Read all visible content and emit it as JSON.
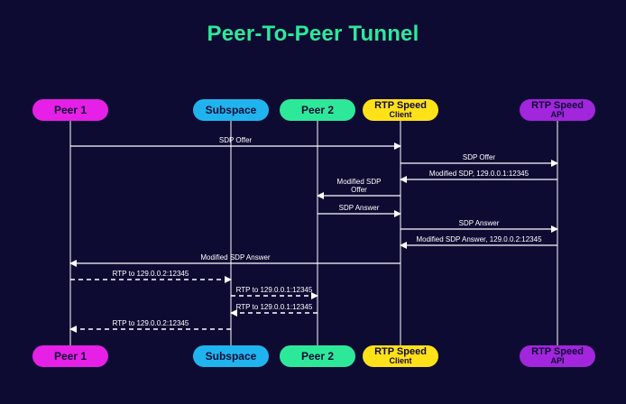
{
  "title": "Peer-To-Peer Tunnel",
  "participants": [
    {
      "id": "peer1",
      "lines": [
        "Peer 1"
      ],
      "color": "#e620e6"
    },
    {
      "id": "subspace",
      "lines": [
        "Subspace"
      ],
      "color": "#20b4ee"
    },
    {
      "id": "peer2",
      "lines": [
        "Peer 2"
      ],
      "color": "#2ee89a"
    },
    {
      "id": "client",
      "lines": [
        "RTP Speed",
        "Client"
      ],
      "color": "#ffe11a"
    },
    {
      "id": "api",
      "lines": [
        "RTP Speed",
        "API"
      ],
      "color": "#a126dc"
    }
  ],
  "messages": [
    {
      "from": "peer1",
      "to": "client",
      "label": [
        "SDP Offer"
      ],
      "style": "solid"
    },
    {
      "from": "client",
      "to": "api",
      "label": [
        "SDP Offer"
      ],
      "style": "solid"
    },
    {
      "from": "api",
      "to": "client",
      "label": [
        "Modified SDP, 129.0.0.1:12345"
      ],
      "style": "solid"
    },
    {
      "from": "client",
      "to": "peer2",
      "label": [
        "Modified SDP",
        "Offer"
      ],
      "style": "solid"
    },
    {
      "from": "peer2",
      "to": "client",
      "label": [
        "SDP Answer"
      ],
      "style": "solid"
    },
    {
      "from": "client",
      "to": "api",
      "label": [
        "SDP Answer"
      ],
      "style": "solid"
    },
    {
      "from": "api",
      "to": "client",
      "label": [
        "Modified SDP Answer, 129.0.0.2:12345"
      ],
      "style": "solid"
    },
    {
      "from": "client",
      "to": "peer1",
      "label": [
        "Modified SDP Answer"
      ],
      "style": "solid"
    },
    {
      "from": "peer1",
      "to": "subspace",
      "label": [
        "RTP to 129.0.0.2:12345"
      ],
      "style": "dashed"
    },
    {
      "from": "subspace",
      "to": "peer2",
      "label": [
        "RTP to 129.0.0.1:12345"
      ],
      "style": "dashed"
    },
    {
      "from": "peer2",
      "to": "subspace",
      "label": [
        "RTP to 129.0.0.1:12345"
      ],
      "style": "dashed"
    },
    {
      "from": "subspace",
      "to": "peer1",
      "label": [
        "RTP to 129.0.0.2:12345"
      ],
      "style": "dashed"
    }
  ]
}
